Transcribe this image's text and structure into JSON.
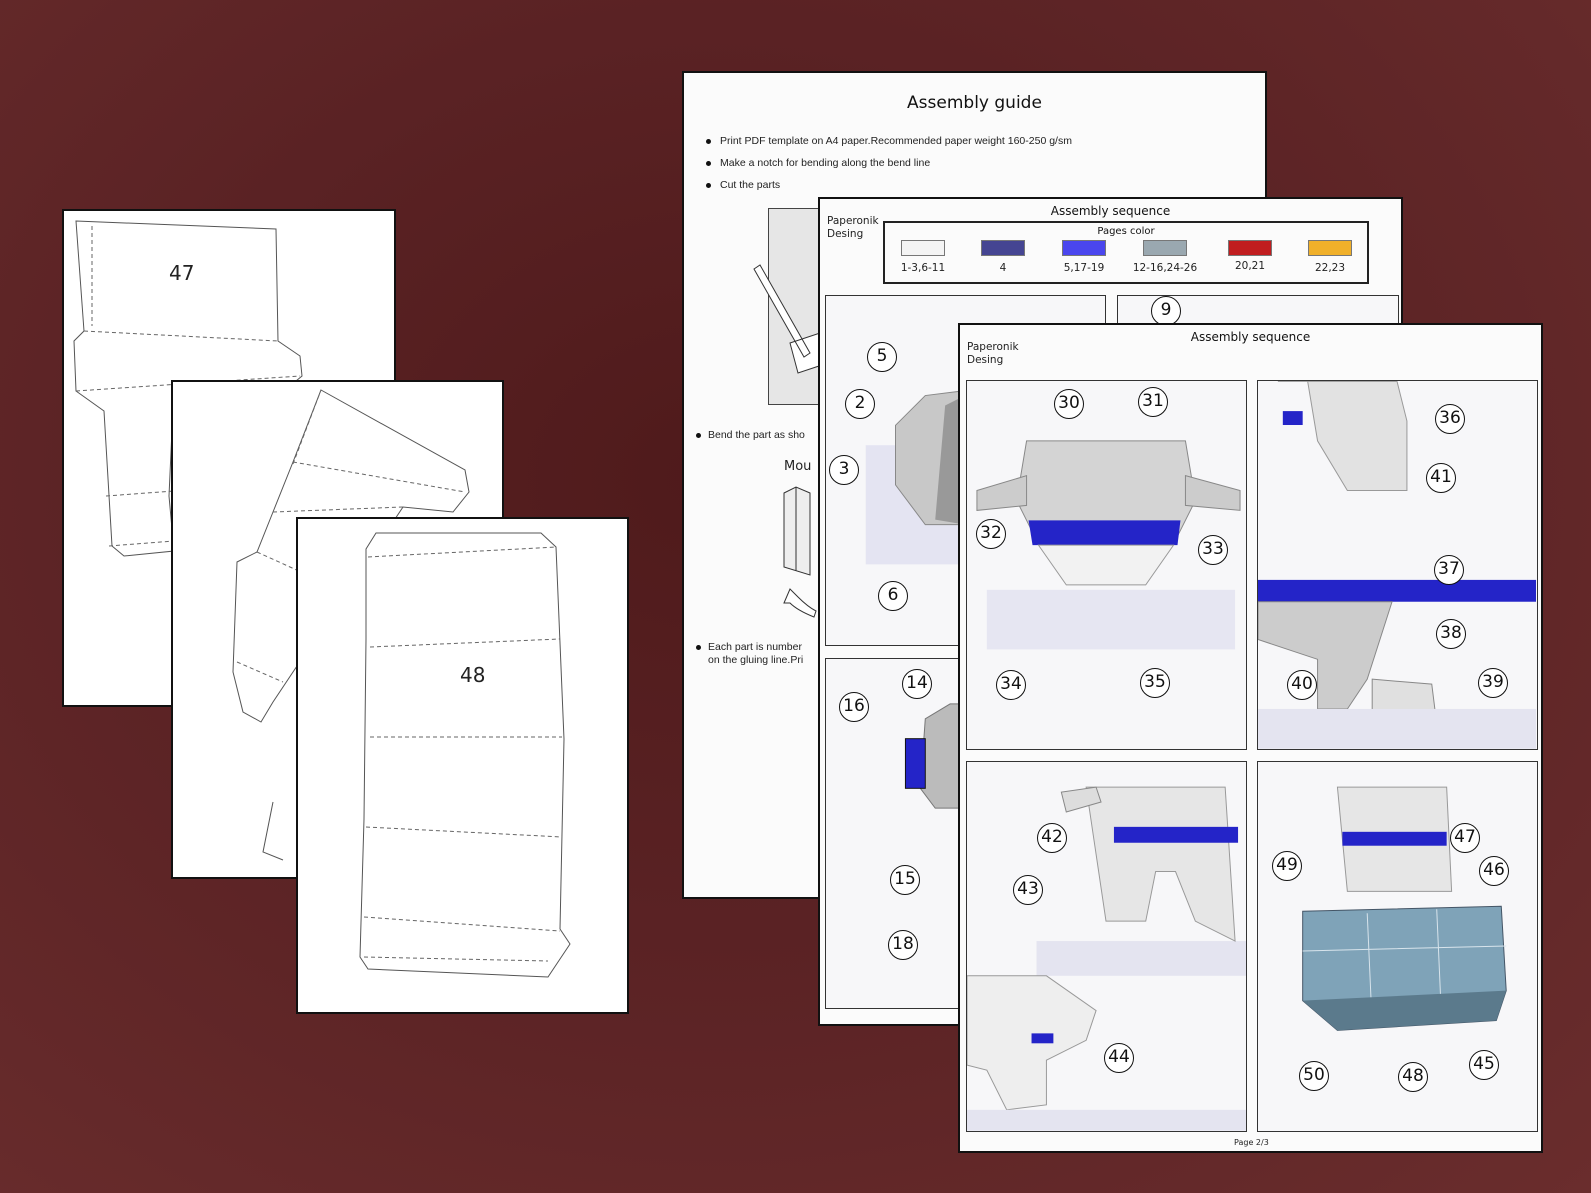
{
  "templates": [
    {
      "part_number": "47"
    },
    {
      "part_number": ""
    },
    {
      "part_number": "48"
    }
  ],
  "guide": {
    "title": "Assembly guide",
    "bullets": [
      "Print PDF template on A4 paper.Recommended paper weight 160-250 g/sm",
      "Make a notch for bending along the bend line",
      "Cut the parts"
    ],
    "bend_text": "Bend the part as sho",
    "mount_text": "Mou",
    "each_part_text": [
      "Each part is number",
      "on the gluing line.Pri"
    ]
  },
  "sequence1": {
    "title": "Assembly sequence",
    "brand": [
      "Paperonik",
      "Desing"
    ],
    "legend_title": "Pages color",
    "legend": [
      {
        "label": "1-3,6-11",
        "color": "#f4f4f4"
      },
      {
        "label": "4",
        "color": "#454592"
      },
      {
        "label": "5,17-19",
        "color": "#4a46ee"
      },
      {
        "label": "12-16,24-26",
        "color": "#9aa8b0"
      },
      {
        "label": "20,21",
        "color": "#c01d1f"
      },
      {
        "label": "22,23",
        "color": "#f0b02a"
      }
    ],
    "callouts": [
      "5",
      "2",
      "3",
      "6",
      "9",
      "14",
      "16",
      "15",
      "18"
    ]
  },
  "sequence2": {
    "title": "Assembly sequence",
    "brand": [
      "Paperonik",
      "Desing"
    ],
    "callouts": [
      "30",
      "31",
      "32",
      "33",
      "34",
      "35",
      "36",
      "41",
      "37",
      "38",
      "40",
      "39",
      "42",
      "43",
      "44",
      "49",
      "47",
      "46",
      "50",
      "48",
      "45"
    ],
    "footer": "Page 2/3"
  },
  "colors": {
    "accent_blue": "#2424c8",
    "boat": "#7fa3b8"
  }
}
